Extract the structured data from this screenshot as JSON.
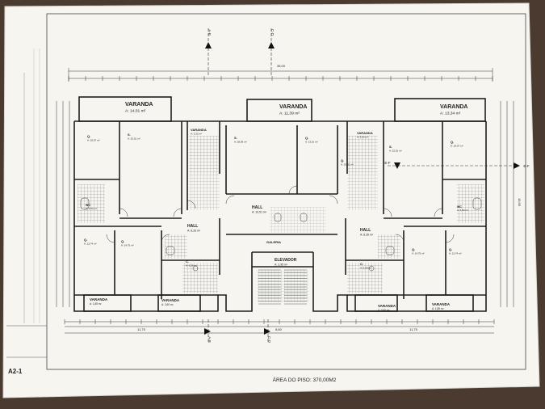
{
  "sheet": {
    "code": "A2-1",
    "footer": "ÁREA DO PISO: 370,00M2"
  },
  "sections": {
    "ab_top": "A-B",
    "cd_top": "C-D",
    "ab_bottom": "A-B",
    "cd_bottom": "C-D",
    "ef_left": "E-F",
    "ef_right": "E-F"
  },
  "dimensions": {
    "total_width": "35,00",
    "half_left": "11,75",
    "center": "8,60",
    "half_right": "11,75",
    "total_height": "15,95"
  },
  "rooms": {
    "varanda_top_left": {
      "name": "VARANDA",
      "area": "A: 14,01 m²"
    },
    "varanda_top_center": {
      "name": "VARANDA",
      "area": "A: 11,39 m²"
    },
    "varanda_top_right": {
      "name": "VARANDA",
      "area": "A: 13,34 m²"
    },
    "q_left_top": {
      "name": "Q.",
      "area": "A: 18,07 m²"
    },
    "s_left": {
      "name": "S.",
      "area": "A: 32,01 m²"
    },
    "varanda_mid_left": {
      "name": "VARANDA",
      "area": "A: 3,32 m²"
    },
    "s_center": {
      "name": "S.",
      "area": "A: 28,09 m²"
    },
    "q_center": {
      "name": "Q.",
      "area": "A: 13,16 m²"
    },
    "varanda_mid_right": {
      "name": "VARANDA",
      "area": "A: 3,32 m²"
    },
    "s_right": {
      "name": "S.",
      "area": "A: 32,01 m²"
    },
    "q_right_top": {
      "name": "Q.",
      "area": "A: 18,07 m²"
    },
    "q_right_inner": {
      "name": "Q.",
      "area": "A: 15,65 m²"
    },
    "hall_center": {
      "name": "HALL",
      "area": "A: 10,51 m²"
    },
    "hall_left": {
      "name": "HALL",
      "area": "A: 8,26 m²"
    },
    "hall_right": {
      "name": "HALL",
      "area": "A: 8,35 m²"
    },
    "galeria": {
      "name": "GALERIA",
      "area": ""
    },
    "elevador": {
      "name": "ELEVADOR",
      "area": "A: 2,95 m²"
    },
    "q_left_b1": {
      "name": "Q.",
      "area": "A: 12,74 m²"
    },
    "q_left_b2": {
      "name": "Q.",
      "area": "A: 14,75 m²"
    },
    "q_right_b1": {
      "name": "Q.",
      "area": "A: 14,75 m²"
    },
    "q_right_b2": {
      "name": "Q.",
      "area": "A: 12,74 m²"
    },
    "c_left": {
      "name": "C.",
      "area": "A: 6,58 m²"
    },
    "c_right": {
      "name": "C.",
      "area": "A: 6,58 m²"
    },
    "varanda_bot_left1": {
      "name": "VARANDA",
      "area": "A: 1,85 m²"
    },
    "varanda_bot_left2": {
      "name": "VARANDA",
      "area": "A: 2,60 m²"
    },
    "varanda_bot_right1": {
      "name": "VARANDA",
      "area": "A: 2,60 m²"
    },
    "varanda_bot_right2": {
      "name": "VARANDA",
      "area": "A: 1,85 m²"
    },
    "wc_left": {
      "name": "WC",
      "area": "A: 4,54 m²"
    },
    "wc_right": {
      "name": "WC",
      "area": "A: 4,54 m²"
    }
  },
  "colors": {
    "paper": "#f6f5f0",
    "ink": "#1e1e1e",
    "background": "#4a3a30"
  }
}
